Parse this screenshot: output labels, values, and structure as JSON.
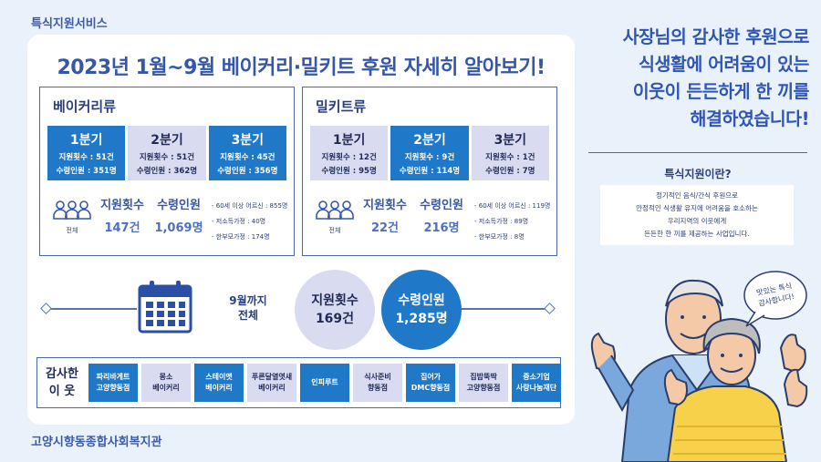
{
  "header": {
    "service_label": "특식지원서비스"
  },
  "main": {
    "title": "2023년 1월~9월 베이커리·밀키트 후원 자세히 알아보기!"
  },
  "bakery": {
    "title": "베이커리류",
    "quarters": [
      {
        "name": "1분기",
        "count": "지원횟수 : 51건",
        "people": "수령인원 : 351명"
      },
      {
        "name": "2분기",
        "count": "지원횟수 : 51건",
        "people": "수령인원 : 362명"
      },
      {
        "name": "3분기",
        "count": "지원횟수 : 45건",
        "people": "수령인원 : 356명"
      }
    ],
    "people_caption": "전체",
    "total_count_label": "지원횟수",
    "total_count": "147건",
    "total_people_label": "수령인원",
    "total_people": "1,069명",
    "demographics": [
      "- 60세 이상 어르신 : 855명",
      "- 저소득가정 : 40명",
      "- 한부모가정 : 174명"
    ]
  },
  "mealkit": {
    "title": "밀키트류",
    "quarters": [
      {
        "name": "1분기",
        "count": "지원횟수 : 12건",
        "people": "수령인원 : 95명"
      },
      {
        "name": "2분기",
        "count": "지원횟수 : 9건",
        "people": "수령인원 : 114명"
      },
      {
        "name": "3분기",
        "count": "지원횟수 : 1건",
        "people": "수령인원 : 7명"
      }
    ],
    "people_caption": "전체",
    "total_count_label": "지원횟수",
    "total_count": "22건",
    "total_people_label": "수령인원",
    "total_people": "216명",
    "demographics": [
      "- 60세 이상 어르신 : 119명",
      "- 저소득가정 : 89명",
      "- 한부모가정 : 8명"
    ]
  },
  "summary": {
    "until_line1": "9월까지",
    "until_line2": "전체",
    "total_count_label": "지원횟수",
    "total_count": "169건",
    "total_people_label": "수령인원",
    "total_people": "1,285명"
  },
  "partners": {
    "label_line1": "감사한",
    "label_line2": "이 웃",
    "items": [
      {
        "line1": "파리바게트",
        "line2": "고양향동점",
        "style": "dark"
      },
      {
        "line1": "몽소",
        "line2": "베이커리",
        "style": "light"
      },
      {
        "line1": "스테이앳",
        "line2": "베이커리",
        "style": "dark"
      },
      {
        "line1": "푸른달열엿새",
        "line2": "베이커리",
        "style": "light"
      },
      {
        "line1": "인피루트",
        "line2": "",
        "style": "dark"
      },
      {
        "line1": "식사준비",
        "line2": "향동점",
        "style": "light"
      },
      {
        "line1": "집어가",
        "line2": "DMC향동점",
        "style": "dark"
      },
      {
        "line1": "집밥뚝딱",
        "line2": "고양향동점",
        "style": "light"
      },
      {
        "line1": "중소기업",
        "line2": "사랑나눔재단",
        "style": "dark"
      }
    ]
  },
  "right": {
    "headline": [
      "사장님의 감사한 후원으로",
      "식생활에 어려움이 있는",
      "이웃이 든든하게 한 끼를",
      "해결하였습니다!"
    ],
    "what_title": "특식지원이란?",
    "what_desc": [
      "정기적인 음식/간식 후원으로",
      "안정적인 식생활 유지에 어려움을 호소하는",
      "우리지역의 이웃에게",
      "든든한 한 끼를 제공하는 사업입니다."
    ],
    "speech": [
      "맛있는 특식",
      "감사합니다!"
    ]
  },
  "footer": {
    "org_label": "고양시향동종합사회복지관"
  },
  "colors": {
    "accent": "#1f78c8",
    "light": "#d9dcf1",
    "navy": "#2a3f7a",
    "bg": "#e9f1fb"
  }
}
